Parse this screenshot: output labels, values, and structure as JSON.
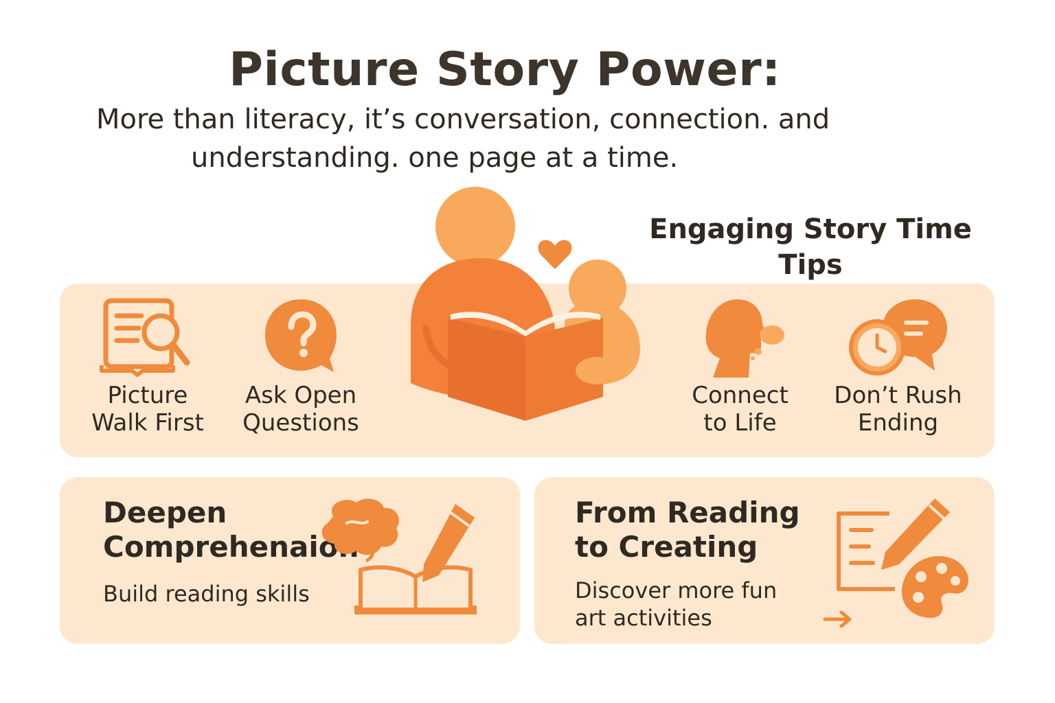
{
  "header": {
    "title": "Picture Story Power:",
    "subtitle_line1": "More than literacy, it’s conversation, connection. and",
    "subtitle_line2": "understanding. one page at a time."
  },
  "tips": {
    "heading_line1": "Engaging Story Time",
    "heading_line2": "Tips",
    "items": [
      {
        "line1": "Picture",
        "line2": "Walk First",
        "icon": "picture-walk-icon"
      },
      {
        "line1": "Ask Open",
        "line2": "Questions",
        "icon": "question-bubble-icon"
      },
      {
        "line1": "Connect",
        "line2": "to Life",
        "icon": "head-thought-icon"
      },
      {
        "line1": "Don’t Rush",
        "line2": "Ending",
        "icon": "clock-chat-icon"
      }
    ]
  },
  "cards": {
    "left": {
      "title_line1": "Deepen",
      "title_line2": "Comprehenaion",
      "description": "Build reading skills",
      "icon": "brain-book-pencil-icon"
    },
    "right": {
      "title_line1": "From Reading",
      "title_line2": "to Creating",
      "description_line1": "Discover more fun",
      "description_line2": "art activities",
      "icon": "notes-palette-icon"
    }
  },
  "colors": {
    "accent": "#f08a3c",
    "accent_light": "#f9a95c",
    "panel": "#fde8cf",
    "text": "#2f2922"
  }
}
